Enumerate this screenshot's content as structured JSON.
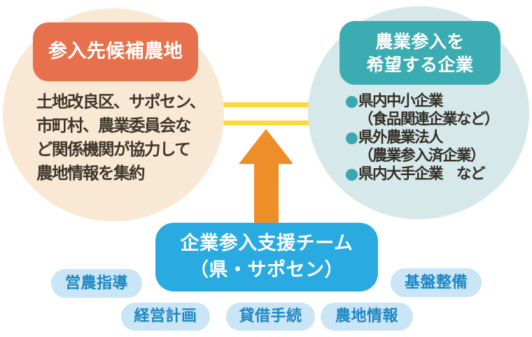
{
  "colors": {
    "left_circle_bg": "#F9E8D3",
    "left_header_bg": "#E7714D",
    "right_circle_bg": "#D6E8EA",
    "right_header_bg": "#3BACB2",
    "bullet": "#3BA8B0",
    "connector_yellow": "#FBD93B",
    "connector_white": "#FFFFFF",
    "arrow_orange": "#EE8E28",
    "support_box_bg": "#29ABE2",
    "tag_bg": "#C9E5F6",
    "tag_text": "#1C87C4",
    "body_text": "#3E362D"
  },
  "left_circle": {
    "title": "参入先候補農地",
    "body_lines": [
      "土地改良区、サポセン、",
      "市町村、農業委員会な",
      "ど関係機関が協力して",
      "農地情報を集約"
    ]
  },
  "right_circle": {
    "title_line1": "農業参入を",
    "title_line2": "希望する企業",
    "items": [
      {
        "bullet": true,
        "text": "県内中小企業"
      },
      {
        "bullet": false,
        "text": "（食品関連企業など）"
      },
      {
        "bullet": true,
        "text": "県外農業法人"
      },
      {
        "bullet": false,
        "text": "（農業参入済企業）"
      },
      {
        "bullet": true,
        "text": "県内大手企業　など"
      }
    ]
  },
  "support_box": {
    "line1": "企業参入支援チーム",
    "line2": "（県・サポセン）"
  },
  "tags": [
    {
      "label": "営農指導"
    },
    {
      "label": "経営計画"
    },
    {
      "label": "貸借手続"
    },
    {
      "label": "農地情報"
    },
    {
      "label": "基盤整備"
    }
  ]
}
